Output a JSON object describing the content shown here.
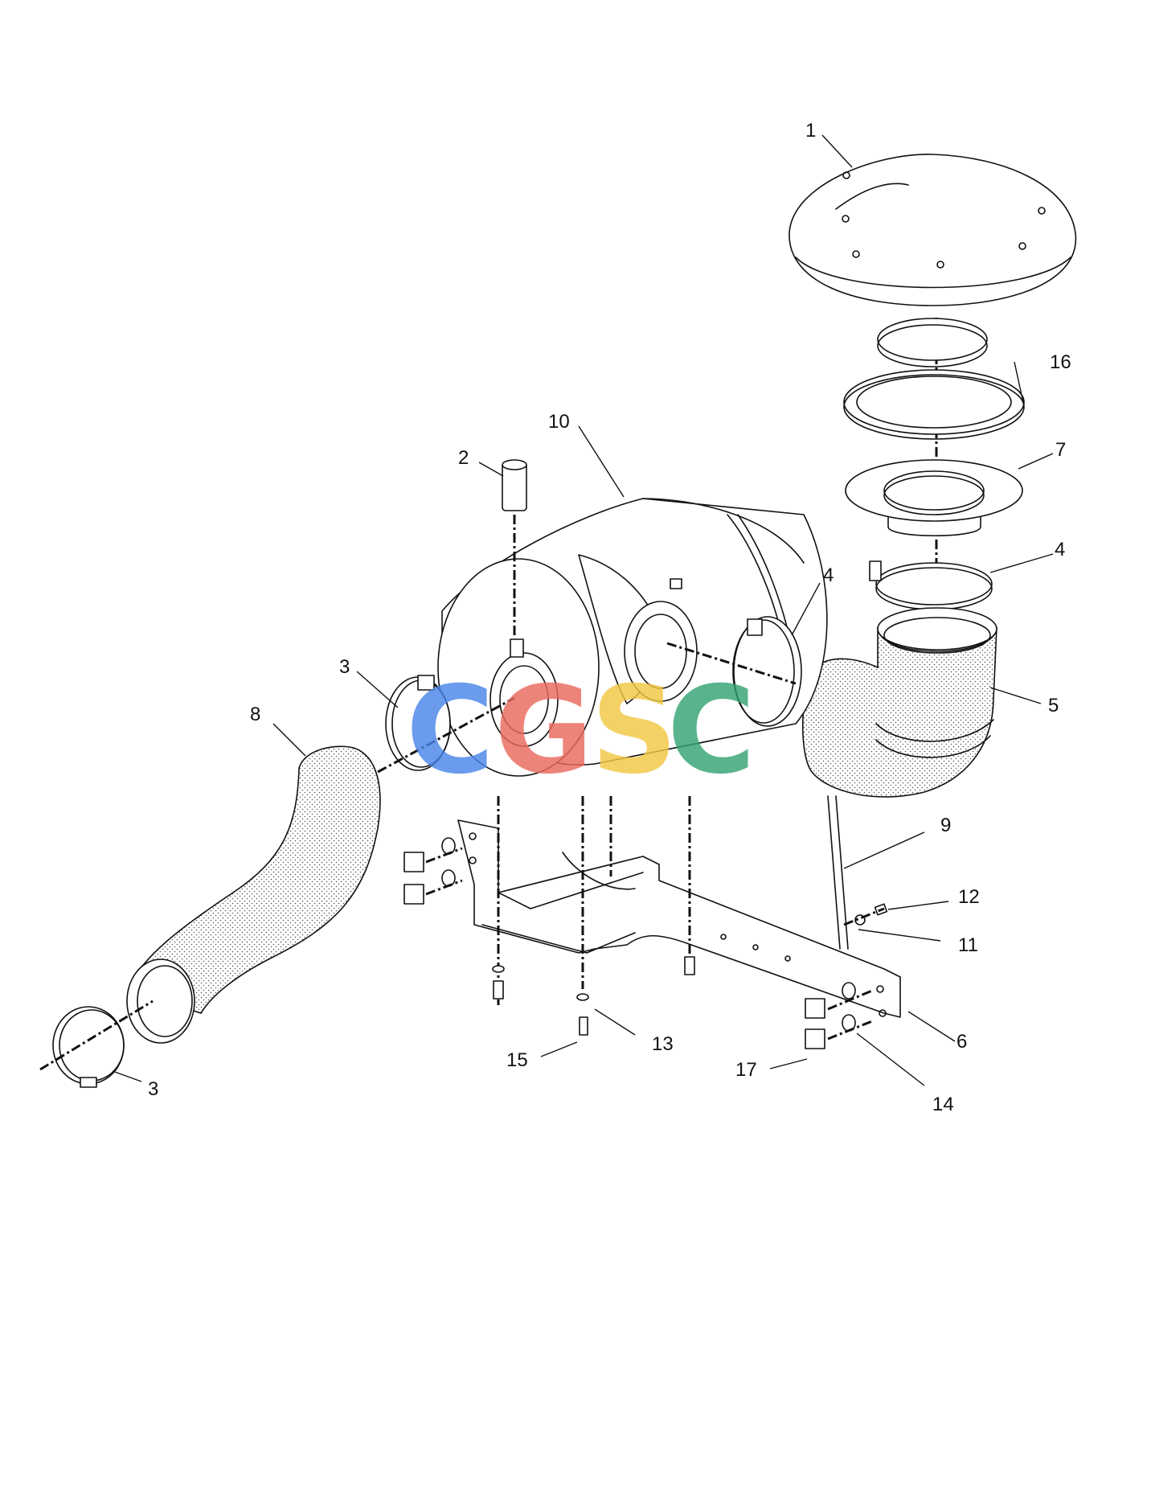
{
  "callouts": [
    {
      "num": "1",
      "part": "cap"
    },
    {
      "num": "2",
      "part": "indicator"
    },
    {
      "num": "3",
      "part": "clamp-left"
    },
    {
      "num": "3",
      "part": "clamp-bottom"
    },
    {
      "num": "4",
      "part": "clamp-right"
    },
    {
      "num": "4",
      "part": "clamp-elbow"
    },
    {
      "num": "5",
      "part": "elbow"
    },
    {
      "num": "6",
      "part": "bracket"
    },
    {
      "num": "7",
      "part": "adapter"
    },
    {
      "num": "8",
      "part": "hose"
    },
    {
      "num": "9",
      "part": "strap"
    },
    {
      "num": "10",
      "part": "air-cleaner"
    },
    {
      "num": "11",
      "part": "washer"
    },
    {
      "num": "12",
      "part": "screw"
    },
    {
      "num": "13",
      "part": "washer"
    },
    {
      "num": "14",
      "part": "washer"
    },
    {
      "num": "15",
      "part": "bolt"
    },
    {
      "num": "16",
      "part": "seal-ring"
    },
    {
      "num": "17",
      "part": "bolt"
    }
  ],
  "watermark": {
    "letters": [
      "C",
      "G",
      "S",
      "C"
    ],
    "colors": [
      "#4a86e8",
      "#ea6a5e",
      "#f2c744",
      "#35a373"
    ]
  }
}
